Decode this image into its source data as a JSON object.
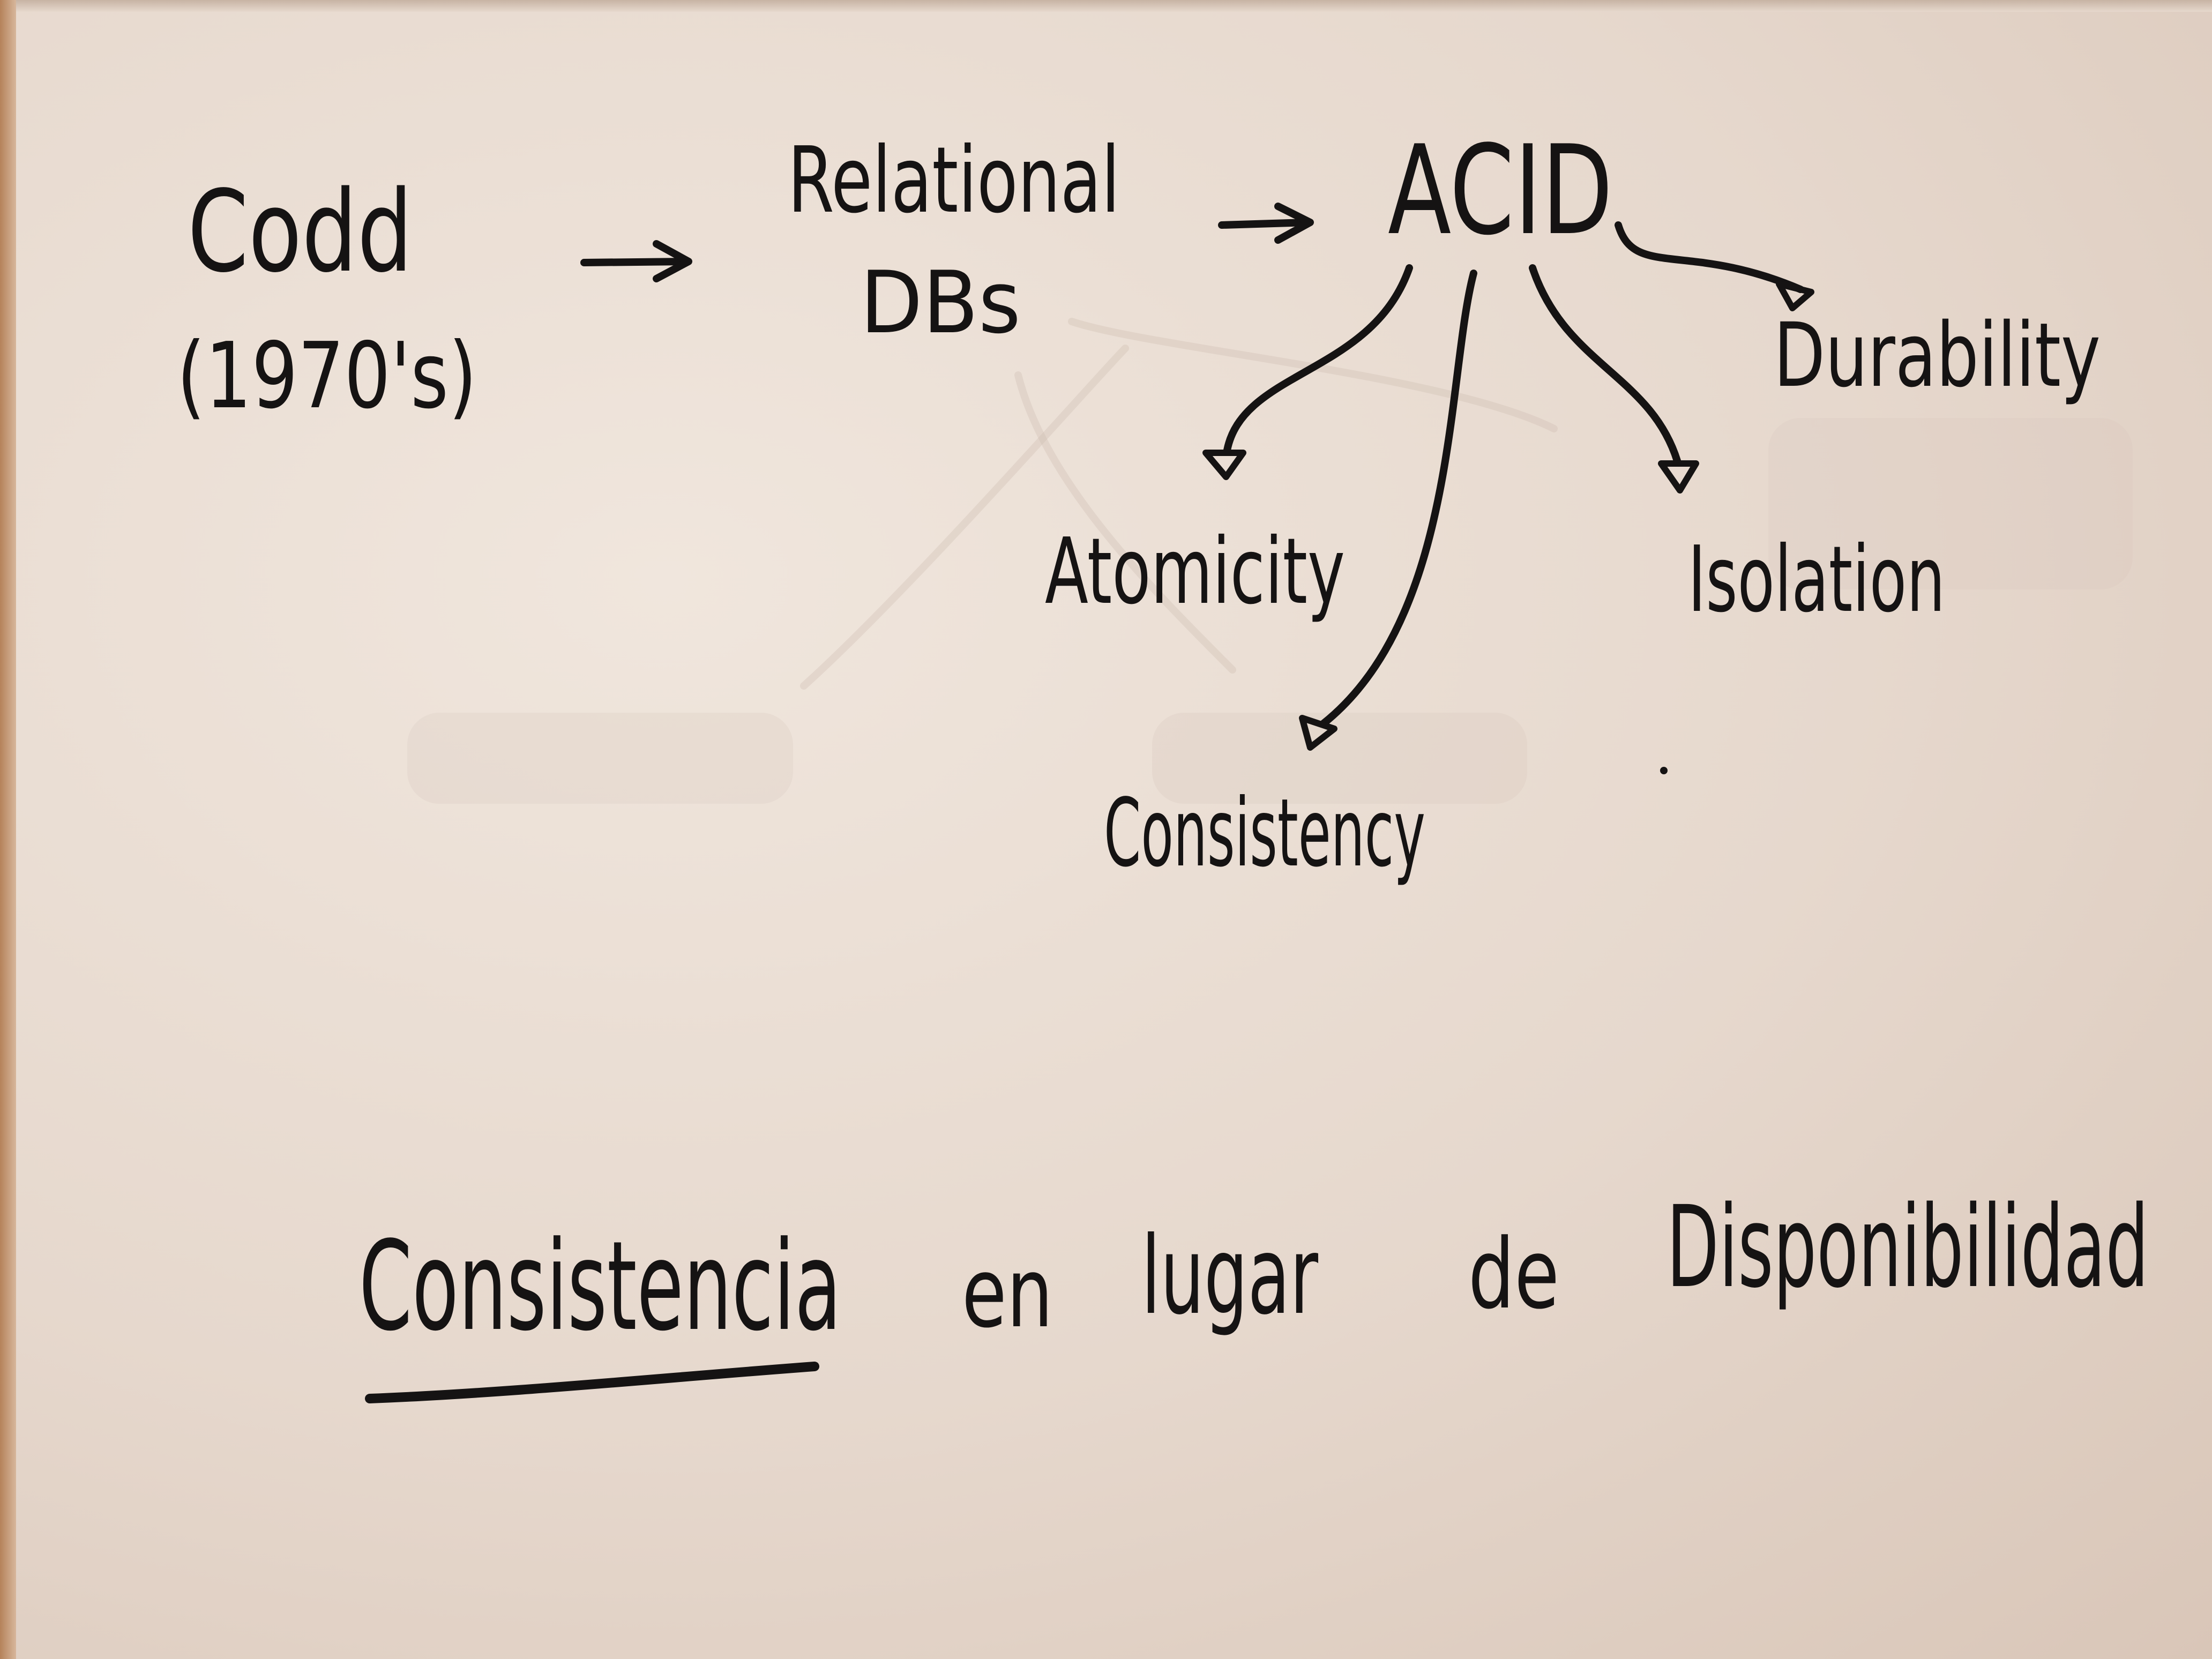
{
  "nodes": {
    "codd": "Codd",
    "codd_year": "(1970's)",
    "relational_line1": "Relational",
    "relational_line2": "DBs",
    "acid": "ACID",
    "atomicity": "Atomicity",
    "consistency": "Consistency",
    "isolation": "Isolation",
    "durability": "Durability"
  },
  "caption": {
    "underlined_word": "Consistencia",
    "rest": [
      {
        "text": "en"
      },
      {
        "text": "lugar"
      },
      {
        "text": "de"
      },
      {
        "text": "Disponibilidad"
      }
    ]
  },
  "colors": {
    "ink": "#151313",
    "paper": "#e9dcd1"
  }
}
